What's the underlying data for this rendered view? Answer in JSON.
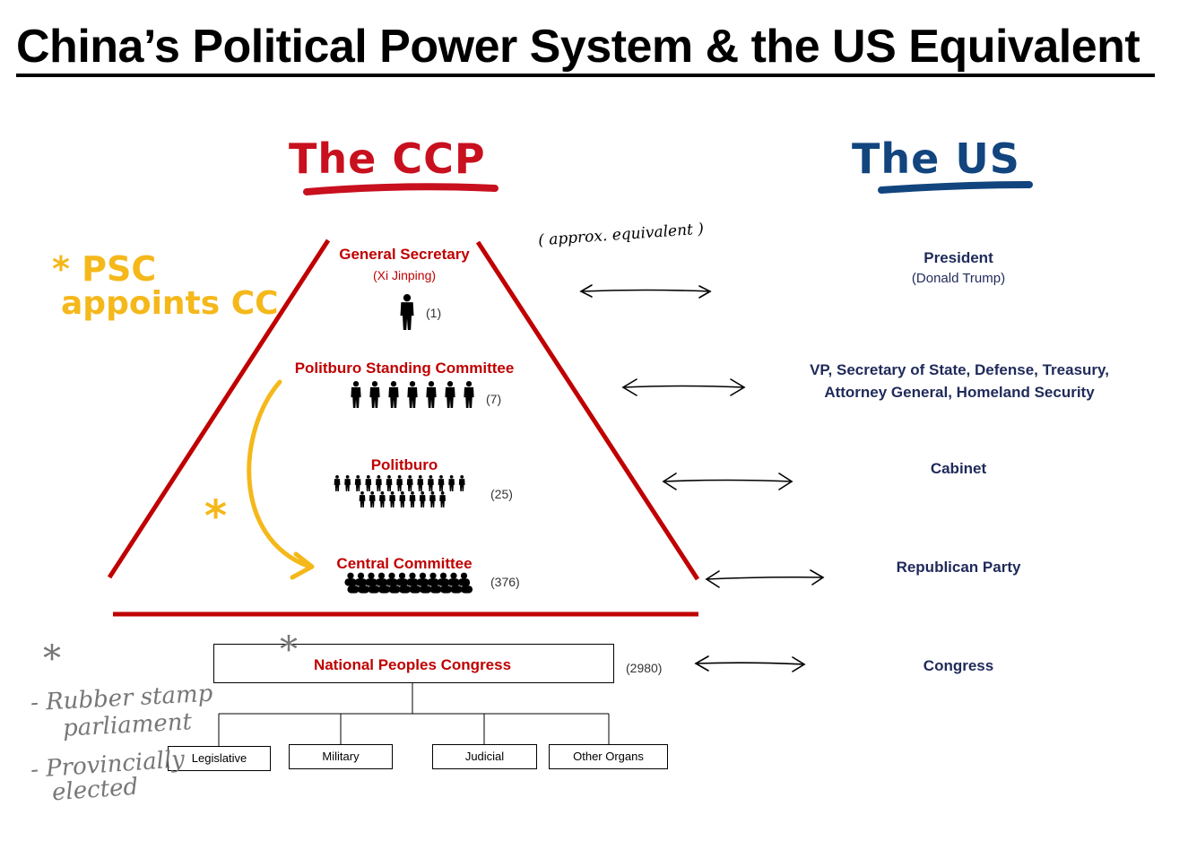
{
  "title": "China’s Political Power System & the US Equivalent",
  "headings": {
    "ccp": "The CCP",
    "us": "The US"
  },
  "approx_note": "( approx. equivalent )",
  "ccp_levels": [
    {
      "label": "General Secretary",
      "sub": "(Xi Jinping)",
      "count": "(1)"
    },
    {
      "label": "Politburo Standing Committee",
      "count": "(7)"
    },
    {
      "label": "Politburo",
      "count": "(25)"
    },
    {
      "label": "Central Committee",
      "count": "(376)"
    }
  ],
  "npc": {
    "label": "National Peoples Congress",
    "count": "(2980)"
  },
  "organs": [
    "Legislative",
    "Military",
    "Judicial",
    "Other Organs"
  ],
  "us_levels": [
    {
      "label": "President",
      "sub": "(Donald Trump)"
    },
    {
      "label": "VP, Secretary of State, Defense, Treasury, Attorney General, Homeland Security"
    },
    {
      "label": "Cabinet"
    },
    {
      "label": "Republican Party"
    },
    {
      "label": "Congress"
    }
  ],
  "notes": {
    "psc_line1": "* PSC",
    "psc_line2": "appoints CC",
    "star": "*",
    "npc_star": "*",
    "npc_line1": "- Rubber stamp",
    "npc_line2": "parliament",
    "npc_line3": "- Provincially",
    "npc_line4": "elected"
  },
  "colors": {
    "ccp_red": "#c00000",
    "us_blue": "#12457e",
    "note_yellow": "#f5b81b"
  }
}
